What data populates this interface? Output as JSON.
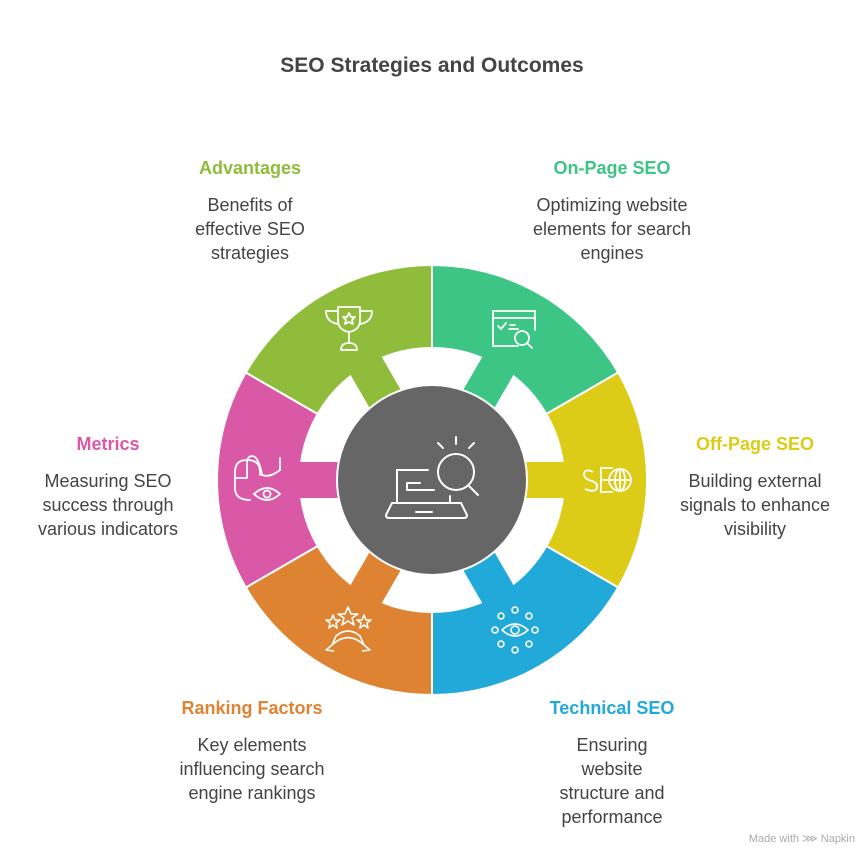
{
  "title": "SEO Strategies and Outcomes",
  "center": {
    "icon": "laptop-search-icon",
    "color": "#666666"
  },
  "segments": [
    {
      "title": "On-Page SEO",
      "description": "Optimizing website elements for search engines",
      "color": "#3cc584",
      "icon": "webpage-search-icon"
    },
    {
      "title": "Off-Page SEO",
      "description": "Building external signals to enhance visibility",
      "color": "#dccb17",
      "icon": "seo-globe-icon"
    },
    {
      "title": "Technical SEO",
      "description": "Ensuring website structure and performance",
      "color": "#21a9d9",
      "icon": "eye-network-icon"
    },
    {
      "title": "Ranking Factors",
      "description": "Key elements influencing search engine rankings",
      "color": "#de8332",
      "icon": "stars-ribbon-icon"
    },
    {
      "title": "Metrics",
      "description": "Measuring SEO success through various indicators",
      "color": "#da59a6",
      "icon": "mouse-eye-icon"
    },
    {
      "title": "Advantages",
      "description": "Benefits of effective SEO strategies",
      "color": "#8fbc3a",
      "icon": "trophy-icon"
    }
  ],
  "watermark": "Made with ⋙ Napkin"
}
